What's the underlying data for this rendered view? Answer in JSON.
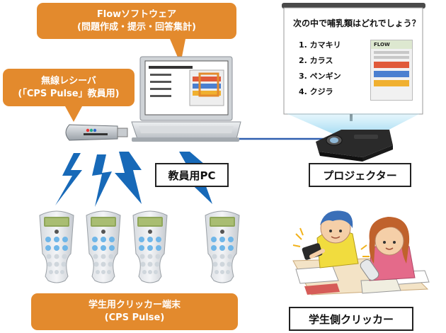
{
  "callouts": {
    "software_line1": "Flowソフトウェア",
    "software_line2": "(問題作成・提示・回答集計)",
    "receiver_line1": "無線レシーバ",
    "receiver_line2": "(「CPS Pulse」教員用)",
    "clicker_line1": "学生用クリッカー端末",
    "clicker_line2": "(CPS Pulse)"
  },
  "labels": {
    "teacher_pc": "教員用PC",
    "projector": "プロジェクター",
    "student_clicker": "学生側クリッカー"
  },
  "screen": {
    "question": "次の中で哺乳類はどれでしょう？",
    "options": [
      "1. カマキリ",
      "2. カラス",
      "3. ペンギン",
      "4. クジラ"
    ],
    "panel_title": "FLOW"
  },
  "colors": {
    "callout": "#e38a2d",
    "bolt": "#1769b8",
    "cable": "#2f5fb0"
  }
}
